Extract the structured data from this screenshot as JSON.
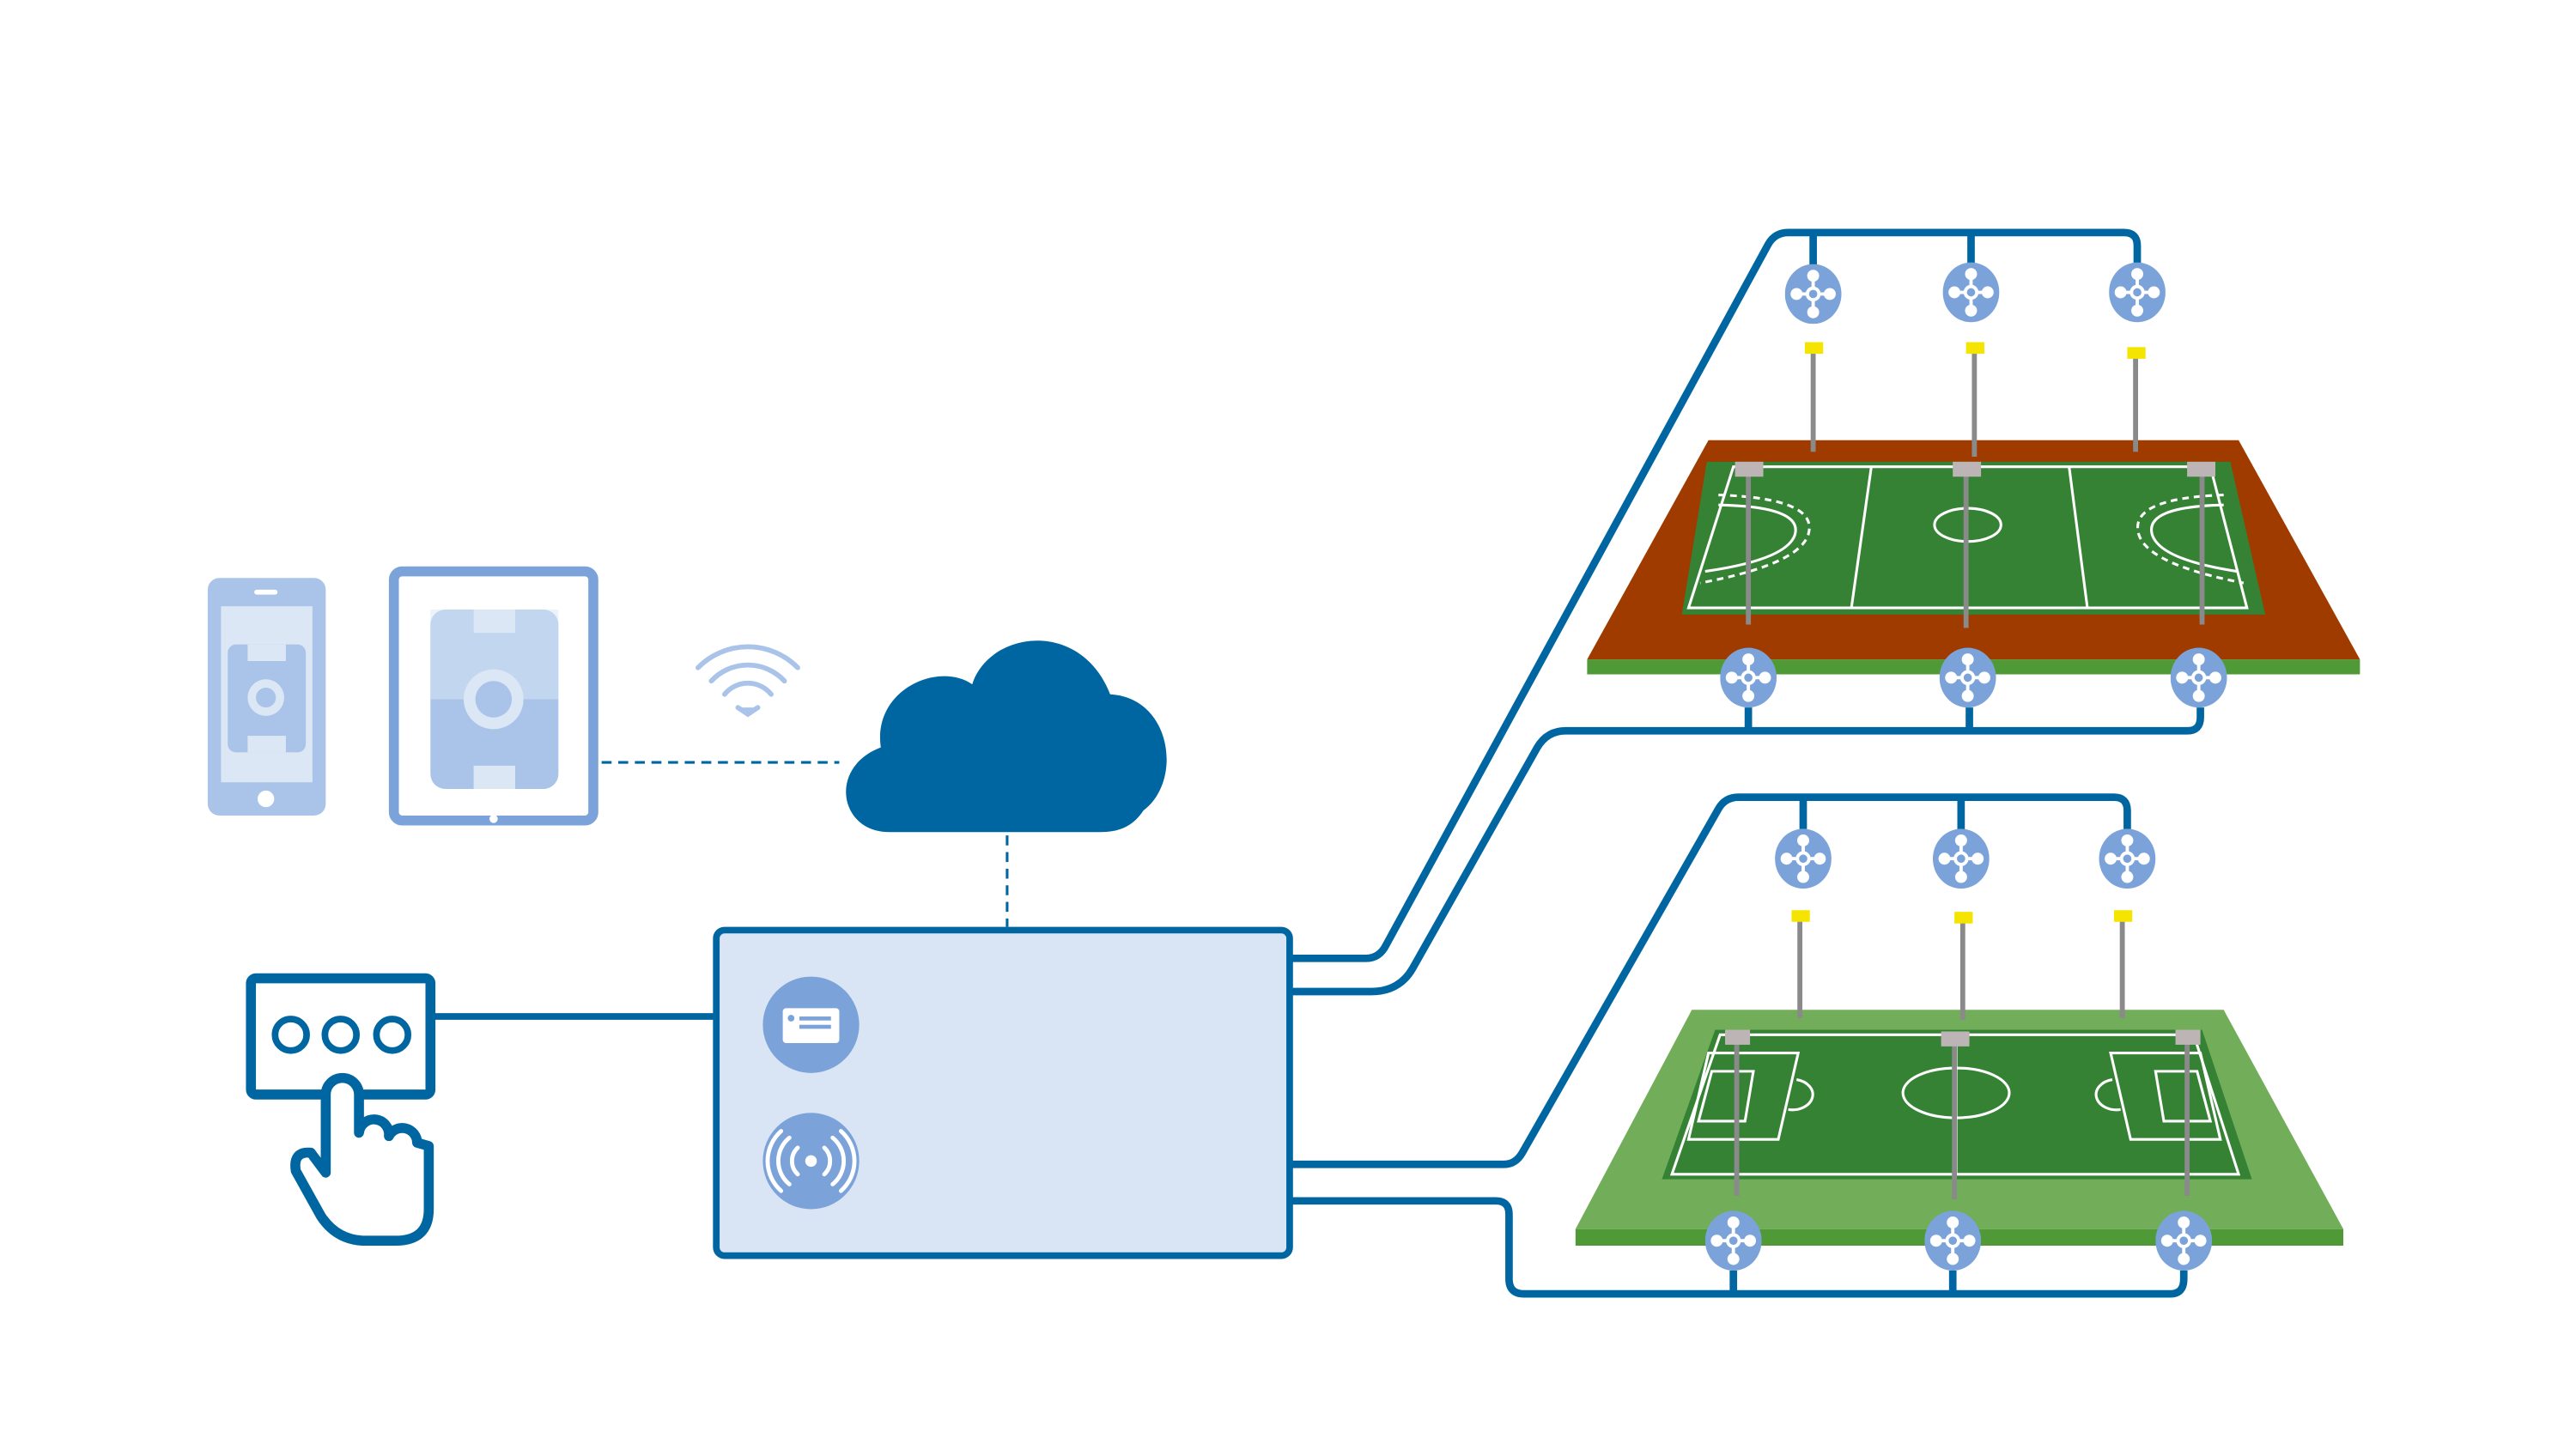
{
  "diagram": {
    "colors": {
      "line_blue": "#0066a1",
      "node_blue": "#7ba3d9",
      "device_light_blue": "#aac4e9",
      "controller_fill": "#d9e5f4",
      "running_track": "#a03b00",
      "field_green": "#358235",
      "field_surround_light_green": "#72ad5a",
      "base_green": "#4f9a36",
      "pole_gray": "#8a8a8a",
      "lamp_yellow": "#f5e400"
    },
    "icons": {
      "phone": "smartphone-icon",
      "tablet": "tablet-icon",
      "wifi": "wifi-icon",
      "cloud": "cloud-icon",
      "keypad": "keypad-icon",
      "hand": "pointing-hand-icon",
      "controller_card": "id-card-icon",
      "controller_radio": "radio-signal-icon",
      "network_node": "network-node-icon"
    },
    "sites": [
      {
        "type": "hockey field with running track",
        "light_poles": 6,
        "nodes": 6
      },
      {
        "type": "football field",
        "light_poles": 6,
        "nodes": 6
      }
    ]
  }
}
